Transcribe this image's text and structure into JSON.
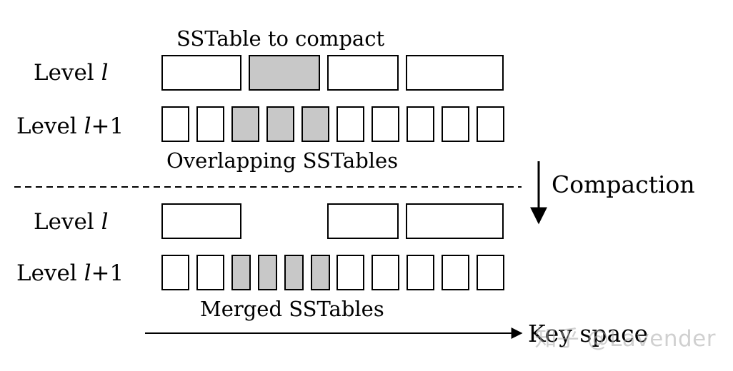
{
  "colors": {
    "stroke": "#000000",
    "highlight_fill": "#c8c8c8",
    "empty_fill": "#ffffff"
  },
  "top_section": {
    "compact_caption": "SSTable to compact",
    "level_l_label": {
      "text": "Level ",
      "var": "l",
      "suffix": ""
    },
    "level_l1_label": {
      "text": "Level ",
      "var": "l",
      "suffix": "+1"
    },
    "overlap_caption": "Overlapping SSTables",
    "level_l_tables": [
      {
        "highlighted": false
      },
      {
        "highlighted": true
      },
      {
        "highlighted": false
      },
      {
        "highlighted": false
      }
    ],
    "level_l1_tables": [
      {
        "highlighted": false
      },
      {
        "highlighted": false
      },
      {
        "highlighted": true
      },
      {
        "highlighted": true
      },
      {
        "highlighted": true
      },
      {
        "highlighted": false
      },
      {
        "highlighted": false
      },
      {
        "highlighted": false
      },
      {
        "highlighted": false
      },
      {
        "highlighted": false
      }
    ]
  },
  "compaction_label": "Compaction",
  "bottom_section": {
    "level_l_label": {
      "text": "Level ",
      "var": "l",
      "suffix": ""
    },
    "level_l1_label": {
      "text": "Level ",
      "var": "l",
      "suffix": "+1"
    },
    "merged_caption": "Merged SSTables",
    "level_l_tables": [
      {
        "highlighted": false
      },
      {
        "highlighted": false
      },
      {
        "highlighted": false
      }
    ],
    "level_l1_tables": [
      {
        "highlighted": false
      },
      {
        "highlighted": false
      },
      {
        "highlighted": true
      },
      {
        "highlighted": true
      },
      {
        "highlighted": true
      },
      {
        "highlighted": true
      },
      {
        "highlighted": false
      },
      {
        "highlighted": false
      },
      {
        "highlighted": false
      },
      {
        "highlighted": false
      },
      {
        "highlighted": false
      }
    ]
  },
  "key_space_label": "Key space",
  "watermark": "知乎 @Lavender"
}
